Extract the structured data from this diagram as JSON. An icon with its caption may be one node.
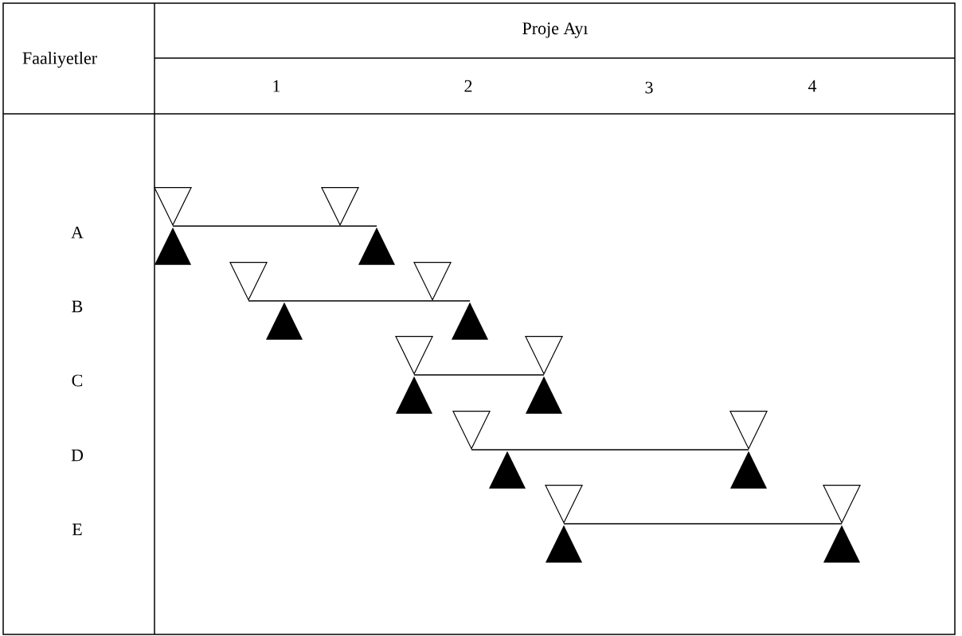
{
  "diagram": {
    "nodes": [
      {
        "text": [],
        "shape": "triangle"
      },
      {
        "text": [],
        "shape": "triangle"
      },
      {
        "text": [],
        "shape": "triangle"
      },
      {
        "text": [],
        "shape": "triangle"
      },
      {
        "text": [],
        "shape": "triangle"
      },
      {
        "text": [],
        "shape": "triangle"
      },
      {
        "text": [],
        "shape": "triangle"
      },
      {
        "text": [],
        "shape": "triangle"
      },
      {
        "text": [],
        "shape": "triangle"
      },
      {
        "text": [],
        "shape": "triangle"
      },
      {
        "text": [],
        "shape": "triangle"
      },
      {
        "text": [],
        "shape": "triangle"
      },
      {
        "text": [],
        "shape": "triangle"
      },
      {
        "text": [],
        "shape": "triangle"
      },
      {
        "text": [],
        "shape": "triangle"
      },
      {
        "text": [],
        "shape": "triangle"
      },
      {
        "text": [],
        "shape": "triangle"
      },
      {
        "text": [],
        "shape": "triangle"
      },
      {
        "text": [],
        "shape": "triangle"
      },
      {
        "text": [],
        "shape": "triangle"
      }
    ],
    "edges": [
      {
        "from": 0,
        "to": 3,
        "arrow": "none"
      },
      {
        "from": 4,
        "to": 7,
        "arrow": "none"
      },
      {
        "from": 8,
        "to": 9,
        "arrow": "none"
      },
      {
        "from": 12,
        "to": 13,
        "arrow": "none"
      },
      {
        "from": 16,
        "to": 17,
        "arrow": "none"
      }
    ],
    "labels": [
      "Faaliyetler",
      "Proje Ayı",
      "1",
      "2",
      "3",
      "4",
      "A",
      "B",
      "C",
      "D",
      "E"
    ]
  }
}
